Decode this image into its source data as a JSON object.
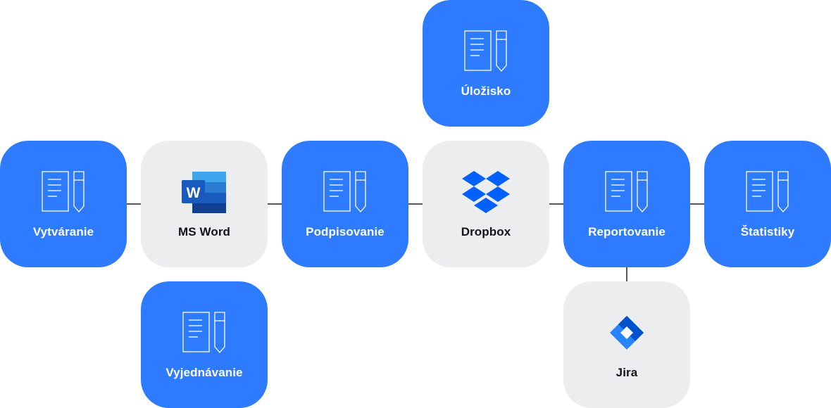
{
  "nodes": [
    {
      "id": "vytvaranie",
      "label": "Vytváranie",
      "icon": "document-pen-icon"
    },
    {
      "id": "msword",
      "label": "MS Word",
      "icon": "ms-word-icon"
    },
    {
      "id": "vyjednavanie",
      "label": "Vyjednávanie",
      "icon": "document-pen-icon"
    },
    {
      "id": "podpisovanie",
      "label": "Podpisovanie",
      "icon": "document-pen-icon"
    },
    {
      "id": "ulozisko",
      "label": "Úložisko",
      "icon": "document-pen-icon"
    },
    {
      "id": "dropbox",
      "label": "Dropbox",
      "icon": "dropbox-icon"
    },
    {
      "id": "reportovanie",
      "label": "Reportovanie",
      "icon": "document-pen-icon"
    },
    {
      "id": "jira",
      "label": "Jira",
      "icon": "jira-icon"
    },
    {
      "id": "statistiky",
      "label": "Štatistiky",
      "icon": "document-pen-icon"
    }
  ],
  "edges": [
    {
      "from": "vytvaranie",
      "to": "msword"
    },
    {
      "from": "msword",
      "to": "podpisovanie"
    },
    {
      "from": "podpisovanie",
      "to": "dropbox"
    },
    {
      "from": "dropbox",
      "to": "reportovanie"
    },
    {
      "from": "reportovanie",
      "to": "statistiky"
    },
    {
      "from": "reportovanie",
      "to": "jira"
    }
  ],
  "colors": {
    "primary": "#2e7bff",
    "neutral": "#ebedef",
    "connector": "#1b1f23",
    "word_blue": "#185abd",
    "dropbox_blue": "#0061fe",
    "jira_blue": "#2684ff"
  }
}
